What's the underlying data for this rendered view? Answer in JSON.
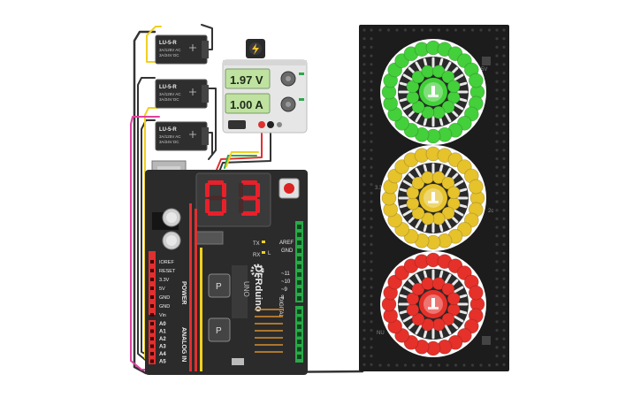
{
  "relays": [
    {
      "model": "LU-5-R",
      "rating_ac": "3A/125V AC",
      "rating_dc": "3A/24V DC"
    },
    {
      "model": "LU-5-R",
      "rating_ac": "3A/125V AC",
      "rating_dc": "3A/24V DC"
    },
    {
      "model": "LU-5-R",
      "rating_ac": "3A/125V AC",
      "rating_dc": "3A/24V DC"
    }
  ],
  "power_supply": {
    "voltage_display": "1.97 V",
    "current_display": "1.00 A",
    "icon": "lightning-bolt-icon"
  },
  "seven_segment": {
    "digits": "03",
    "segment_color": "#e8202a"
  },
  "arduino": {
    "brand": "DFRduino",
    "model": "UNO",
    "power_header_label": "POWER",
    "analog_header_label": "ANALOG IN",
    "digital_header_label": "DIGITAL",
    "power_pins": [
      "IOREF",
      "RESET",
      "3.3V",
      "5V",
      "GND",
      "GND",
      "Vin"
    ],
    "analog_pins": [
      "A0",
      "A1",
      "A2",
      "A3",
      "A4",
      "A5"
    ],
    "top_labels": [
      "AREF",
      "GND"
    ],
    "digital_pins": [
      "~11",
      "~10",
      "~9",
      "8"
    ],
    "tx_label": "TX",
    "rx_label": "RX",
    "l_label": "L",
    "transistor_label": "P"
  },
  "led_rings": [
    {
      "color": "green",
      "fill": "#43d03a"
    },
    {
      "color": "yellow",
      "fill": "#e6c22b"
    },
    {
      "color": "red",
      "fill": "#e5312a"
    }
  ],
  "panel_side_labels": [
    "5V",
    "GN",
    "3.3v",
    "2c",
    "NU"
  ],
  "colors": {
    "wire_black": "#333333",
    "wire_red": "#e03030",
    "wire_green": "#2aa84a",
    "wire_yellow": "#f0d020",
    "wire_pink": "#e040a0",
    "wire_blue": "#3a6fe0",
    "wire_white": "#f4f4f4",
    "board_dark": "#2b2b2b",
    "panel_black": "#1c1c1c"
  }
}
